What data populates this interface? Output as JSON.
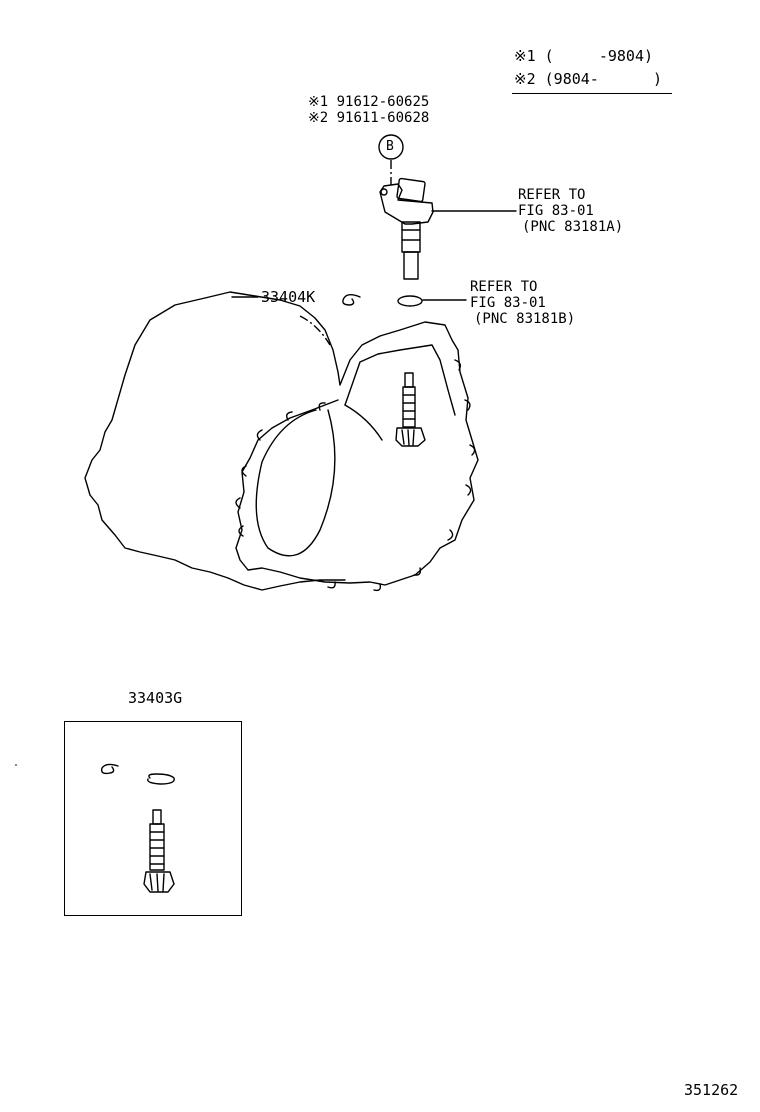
{
  "legend": {
    "row1": "※1 (     -9804)",
    "row2": "※2 (9804-      )"
  },
  "sensor_parts": {
    "line1": "※1 91612-60625",
    "line2": "※2 91611-60628"
  },
  "callout_b": "B",
  "refer_a": {
    "line1": "REFER TO",
    "line2": "FIG 83-01",
    "line3": "(PNC 83181A)"
  },
  "refer_b": {
    "line1": "REFER TO",
    "line2": "FIG 83-01",
    "line3": "(PNC 83181B)"
  },
  "clip_part_number": "33404K",
  "kit_part_number": "33403G",
  "diagram_number": "351262"
}
